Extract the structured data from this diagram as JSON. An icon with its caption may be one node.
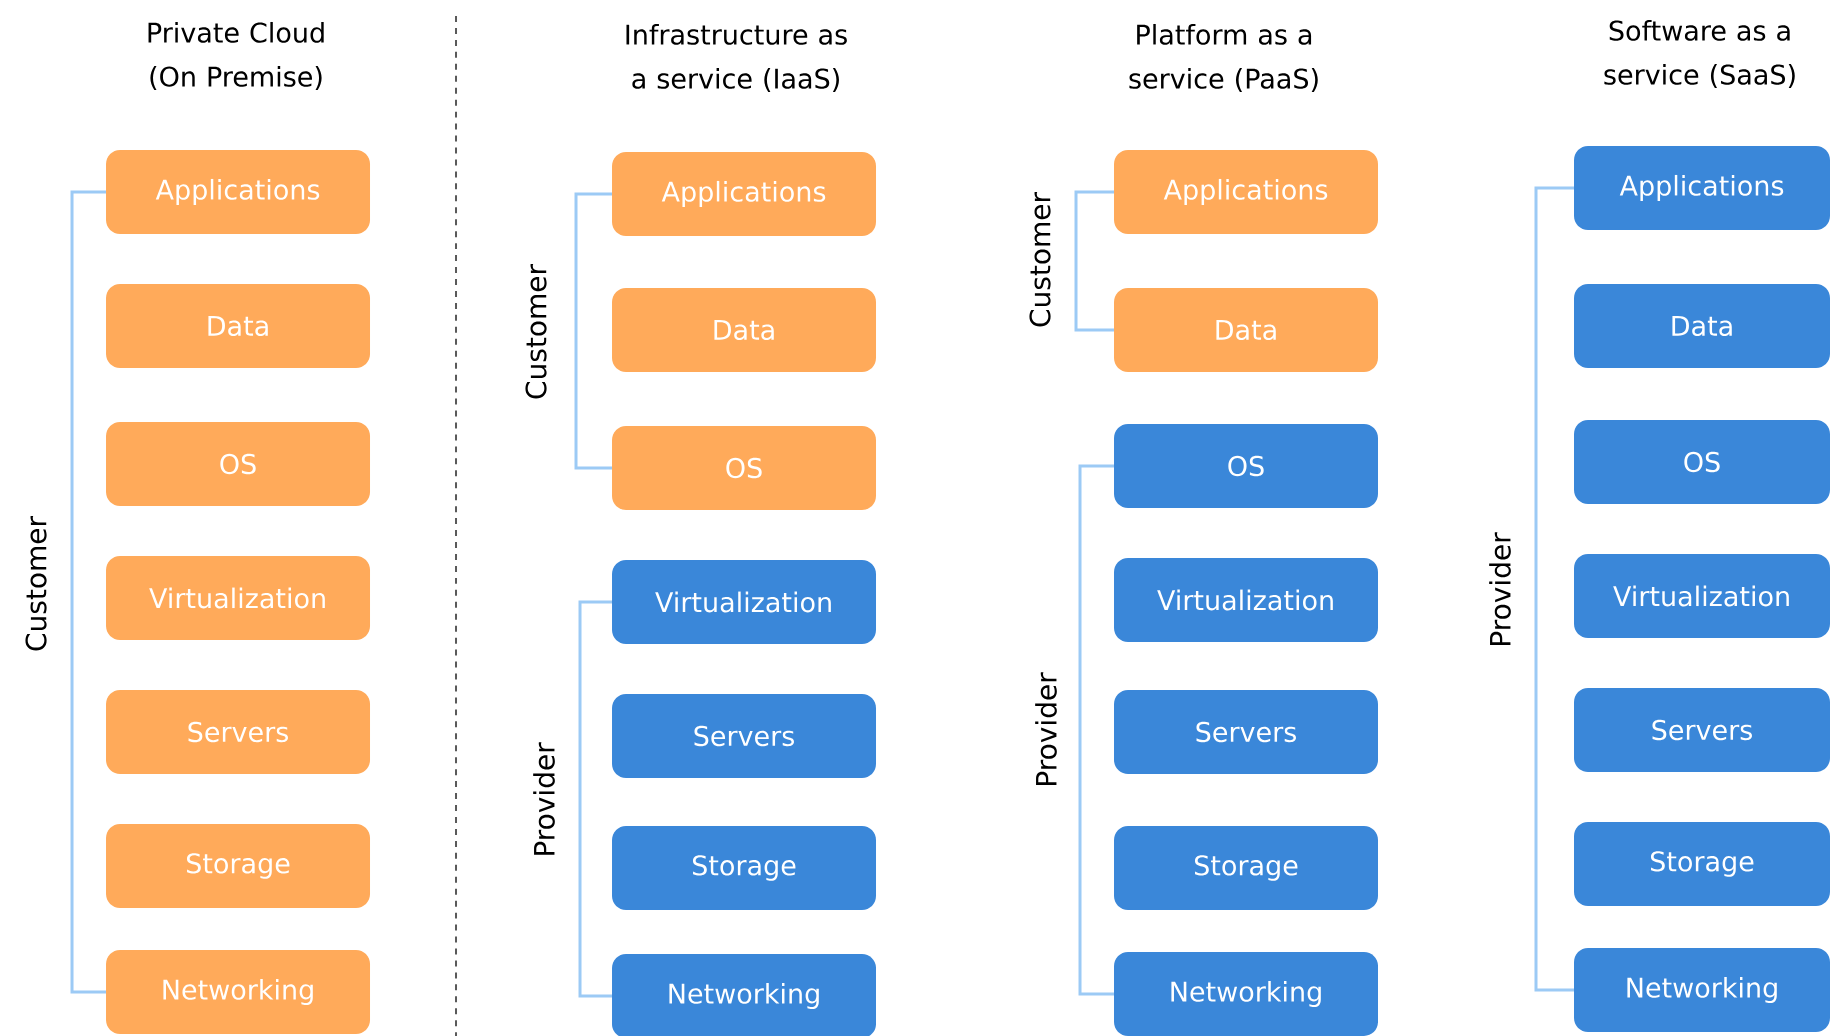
{
  "diagram": {
    "nodes": [
      {
        "text": [
          "Applications"
        ]
      },
      {
        "text": [
          "Data"
        ]
      },
      {
        "text": [
          "OS"
        ]
      },
      {
        "text": [
          "Virtualization"
        ]
      },
      {
        "text": [
          "Servers"
        ]
      },
      {
        "text": [
          "Storage"
        ]
      },
      {
        "text": [
          "Networking"
        ]
      },
      {
        "text": [
          "Applications"
        ]
      },
      {
        "text": [
          "Data"
        ]
      },
      {
        "text": [
          "OS"
        ]
      },
      {
        "text": [
          "Virtualization"
        ]
      },
      {
        "text": [
          "Servers"
        ]
      },
      {
        "text": [
          "Storage"
        ]
      },
      {
        "text": [
          "Networking"
        ]
      },
      {
        "text": [
          "Applications"
        ]
      },
      {
        "text": [
          "Data"
        ]
      },
      {
        "text": [
          "OS"
        ]
      },
      {
        "text": [
          "Virtualization"
        ]
      },
      {
        "text": [
          "Servers"
        ]
      },
      {
        "text": [
          "Storage"
        ]
      },
      {
        "text": [
          "Networking"
        ]
      },
      {
        "text": [
          "Applications"
        ]
      },
      {
        "text": [
          "Data"
        ]
      },
      {
        "text": [
          "OS"
        ]
      },
      {
        "text": [
          "Virtualization"
        ]
      },
      {
        "text": [
          "Servers"
        ]
      },
      {
        "text": [
          "Storage"
        ]
      },
      {
        "text": [
          "Networking"
        ]
      }
    ],
    "labels": [
      "Private Cloud (On Premise)",
      "Infrastructure as a service (IaaS)",
      "Platform as a service (PaaS)",
      "Software as a service (SaaS)",
      "Customer",
      "Customer",
      "Provider",
      "Customer",
      "Provider",
      "Provider"
    ]
  }
}
